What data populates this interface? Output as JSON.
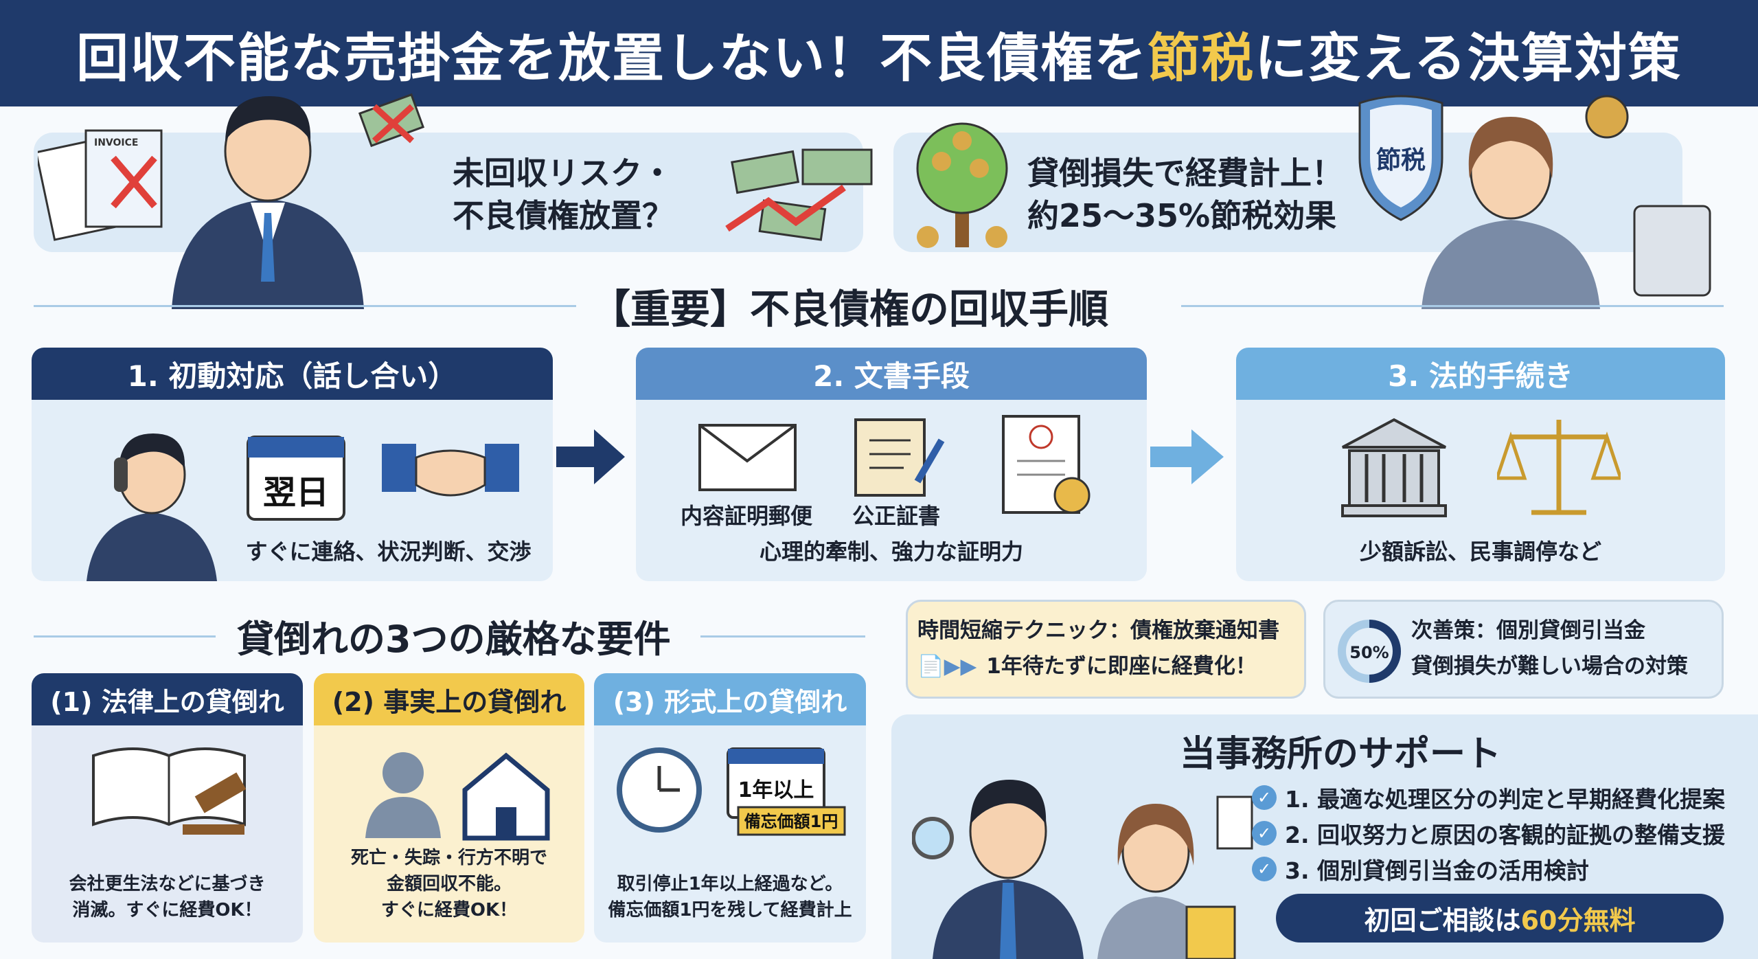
{
  "title": {
    "part1": "回収不能な売掛金を放置しない！不良債権を",
    "highlight": "節税",
    "part2": "に変える決算対策"
  },
  "banner_left": {
    "line1": "未回収リスク・",
    "line2": "不良債権放置？",
    "invoice_label": "INVOICE"
  },
  "banner_right": {
    "line1": "貸倒損失で経費計上！",
    "line2": "約25〜35%節税効果",
    "shield_label": "節税"
  },
  "procedure": {
    "heading": "【重要】不良債権の回収手順",
    "steps": [
      {
        "title": "1. 初動対応（話し合い）",
        "calendar": "翌日",
        "caption": "すぐに連絡、状況判断、交渉"
      },
      {
        "title": "2. 文書手段",
        "labels": [
          "内容証明郵便",
          "公正証書"
        ],
        "caption": "心理的牽制、強力な証明力"
      },
      {
        "title": "3. 法的手続き",
        "caption": "少額訴訟、民事調停など"
      }
    ]
  },
  "requirements": {
    "heading": "貸倒れの3つの厳格な要件",
    "cards": [
      {
        "title": "(1) 法律上の貸倒れ",
        "lines": [
          "会社更生法などに基づき",
          "消滅。すぐに経費OK！"
        ]
      },
      {
        "title": "(2) 事実上の貸倒れ",
        "lines": [
          "死亡・失踪・行方不明で",
          "金額回収不能。",
          "すぐに経費OK！"
        ]
      },
      {
        "title": "(3) 形式上の貸倒れ",
        "calendar": "1年以上",
        "tag": "備忘価額1円",
        "lines": [
          "取引停止1年以上経過など。",
          "備忘価額1円を残して経費計上"
        ]
      }
    ]
  },
  "notes": {
    "time": {
      "line1": "時間短縮テクニック：債権放棄通知書",
      "line2": "1年待たずに即座に経費化！"
    },
    "alt": {
      "percent": "50%",
      "line1": "次善策：個別貸倒引当金",
      "line2": "貸倒損失が難しい場合の対策"
    }
  },
  "support": {
    "heading": "当事務所のサポート",
    "items": [
      "1. 最適な処理区分の判定と早期経費化提案",
      "2. 回収努力と原因の客観的証拠の整備支援",
      "3. 個別貸倒引当金の活用検討"
    ],
    "cta_prefix": "初回ご相談は",
    "cta_highlight": "60分無料"
  },
  "colors": {
    "navy": "#1f3a6b",
    "gold": "#f2c94c",
    "mid_blue": "#5b8fc9",
    "light_blue": "#6fb0e0"
  }
}
